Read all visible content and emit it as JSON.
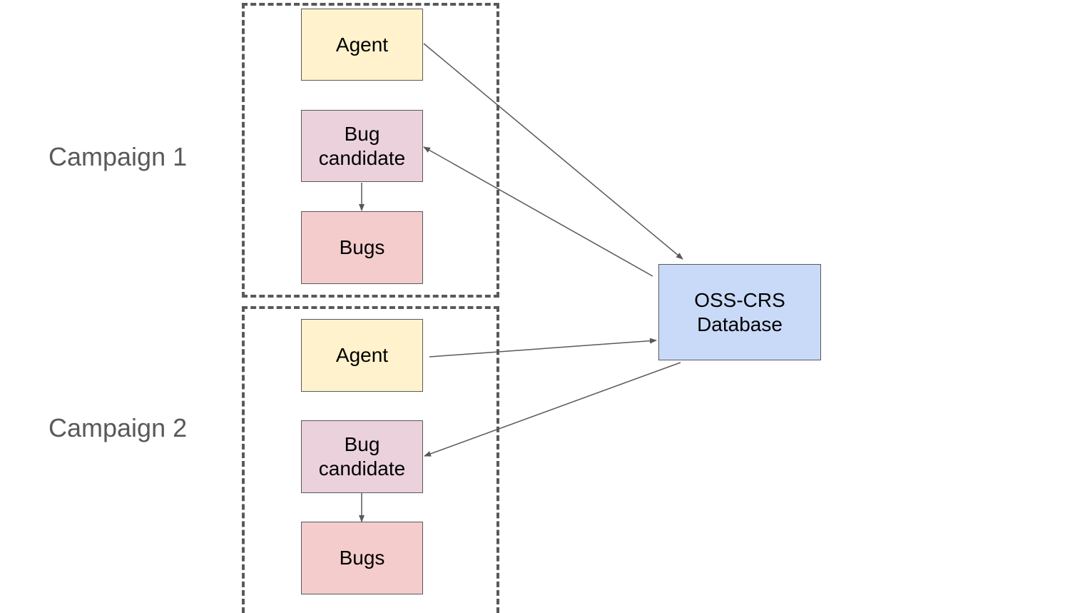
{
  "colors": {
    "agent_fill": "#fff2cc",
    "candidate_fill": "#ead1dc",
    "bugs_fill": "#f4cccc",
    "database_fill": "#c9daf8",
    "outline": "#595959",
    "arrow": "#595959",
    "label_text": "#595959"
  },
  "campaigns": [
    {
      "label": "Campaign 1",
      "agent": "Agent",
      "candidate_line1": "Bug",
      "candidate_line2": "candidate",
      "bugs": "Bugs"
    },
    {
      "label": "Campaign 2",
      "agent": "Agent",
      "candidate_line1": "Bug",
      "candidate_line2": "candidate",
      "bugs": "Bugs"
    }
  ],
  "database": {
    "line1": "OSS-CRS",
    "line2": "Database"
  },
  "edges": [
    {
      "from": "campaign-1-agent",
      "to": "database"
    },
    {
      "from": "database",
      "to": "campaign-1-bug-candidate"
    },
    {
      "from": "campaign-1-bug-candidate",
      "to": "campaign-1-bugs"
    },
    {
      "from": "campaign-2-agent",
      "to": "database"
    },
    {
      "from": "database",
      "to": "campaign-2-bug-candidate"
    },
    {
      "from": "campaign-2-bug-candidate",
      "to": "campaign-2-bugs"
    }
  ]
}
